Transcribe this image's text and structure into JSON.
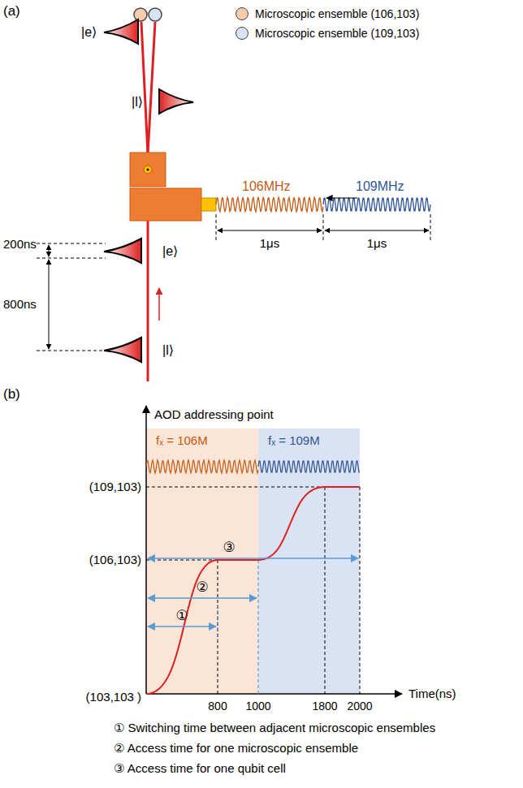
{
  "diagram": {
    "nodes": [
      {
        "text": [
          "fₓ = 106M"
        ]
      },
      {
        "text": [
          "fₓ = 109M"
        ]
      }
    ],
    "labels": [
      "(a)",
      "|e⟩",
      "|l⟩",
      "106MHz",
      "109MHz",
      "1μs",
      "1μs",
      "200ns",
      "800ns",
      "|e⟩",
      "|l⟩",
      "(b)",
      "AOD addressing point",
      "(109,103)",
      "(106,103)",
      "(103,103 )",
      "800",
      "1000",
      "1800",
      "2000",
      "Time(ns)",
      "①",
      "②",
      "③",
      "① Switching time between adjacent microscopic ensembles",
      "② Access time for one microscopic ensemble",
      "③ Access time for one qubit cell"
    ],
    "legend": [
      {
        "text": "Microscopic ensemble (106,103)",
        "color": "#f8cbad"
      },
      {
        "text": "Microscopic ensemble (109,103)",
        "color": "#dae3f3"
      }
    ]
  }
}
